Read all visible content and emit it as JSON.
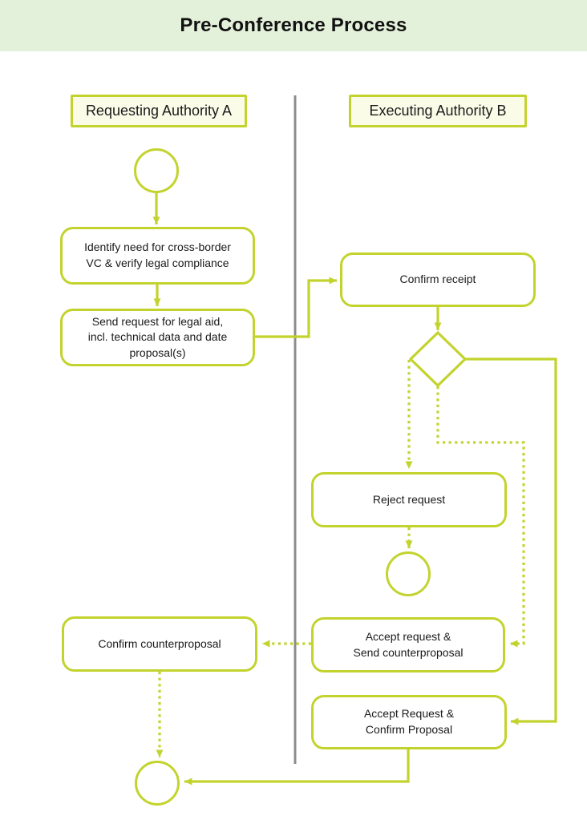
{
  "title": "Pre-Conference Process",
  "lanes": [
    {
      "label": "Requesting Authority A"
    },
    {
      "label": "Executing Authority B"
    }
  ],
  "nodes": {
    "start_a": {
      "type": "start-event",
      "lane": "Requesting Authority A"
    },
    "identify_need": {
      "label": "Identify need for cross-border\nVC & verify legal compliance"
    },
    "send_request": {
      "label": "Send request for legal aid,\nincl. technical data and date\nproposal(s)"
    },
    "confirm_receipt": {
      "label": "Confirm receipt"
    },
    "gateway": {
      "type": "decision"
    },
    "reject_request": {
      "label": "Reject request"
    },
    "end_b": {
      "type": "end-event",
      "lane": "Executing Authority B"
    },
    "accept_send_counterproposal": {
      "label": "Accept request &\nSend counterproposal"
    },
    "confirm_counterproposal": {
      "label": "Confirm counterproposal"
    },
    "accept_confirm_proposal": {
      "label": "Accept Request &\nConfirm Proposal"
    },
    "end_a": {
      "type": "end-event",
      "lane": "Requesting Authority A"
    }
  },
  "edges": [
    {
      "from": "start_a",
      "to": "identify_need",
      "style": "solid"
    },
    {
      "from": "identify_need",
      "to": "send_request",
      "style": "solid"
    },
    {
      "from": "send_request",
      "to": "confirm_receipt",
      "style": "solid"
    },
    {
      "from": "confirm_receipt",
      "to": "gateway",
      "style": "solid"
    },
    {
      "from": "gateway",
      "to": "reject_request",
      "style": "dotted"
    },
    {
      "from": "gateway",
      "to": "accept_send_counterproposal",
      "style": "dotted"
    },
    {
      "from": "gateway",
      "to": "accept_confirm_proposal",
      "style": "solid"
    },
    {
      "from": "reject_request",
      "to": "end_b",
      "style": "dotted"
    },
    {
      "from": "accept_send_counterproposal",
      "to": "confirm_counterproposal",
      "style": "dotted"
    },
    {
      "from": "confirm_counterproposal",
      "to": "end_a",
      "style": "dotted"
    },
    {
      "from": "accept_confirm_proposal",
      "to": "end_a",
      "style": "solid"
    }
  ],
  "colors": {
    "accent": "#c3d32e",
    "header_bg": "#e4f1da",
    "lane_fill": "#fbfce8",
    "divider": "#8c8c8c",
    "text": "#1a1a1a"
  }
}
